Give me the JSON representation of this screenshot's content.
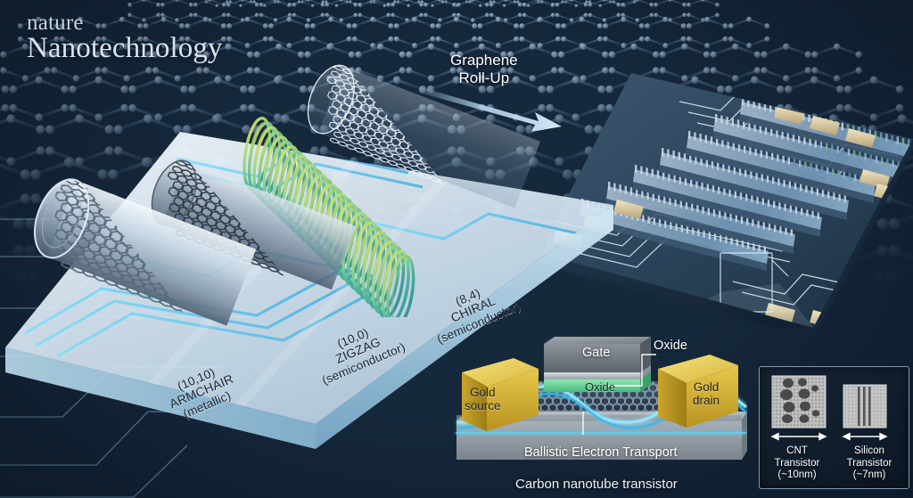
{
  "masthead": {
    "journal": "nature",
    "title": "Nanotechnology"
  },
  "annotations": {
    "roll_up_line1": "Graphene",
    "roll_up_line2": "Roll-Up",
    "roll_up_arrow": "arrow-down-right-icon"
  },
  "nanotubes": [
    {
      "id": "armchair",
      "chirality": "(10,10)",
      "type": "ARMCHAIR",
      "property": "(metallic)",
      "color": "#b9c6d2"
    },
    {
      "id": "zigzag",
      "chirality": "(10,0)",
      "type": "ZIGZAG",
      "property": "(semiconductor)",
      "color": "#8b97a3"
    },
    {
      "id": "chiral",
      "chirality": "(8,4)",
      "type": "CHIRAL",
      "property": "(semiconductor)",
      "color": "#7fc99a"
    },
    {
      "id": "graphene-sheet-tube",
      "chirality": "",
      "type": "",
      "property": "",
      "color": "#dfe9f2"
    }
  ],
  "transistor": {
    "caption": "Carbon nanotube transistor",
    "gate_label": "Gate",
    "oxide_inner_label": "Oxide",
    "oxide_callout_label": "Oxide",
    "source_line1": "Gold",
    "source_line2": "source",
    "drain_line1": "Gold",
    "drain_line2": "drain",
    "transport_label": "Ballistic Electron Transport",
    "colors": {
      "gold_top": "#e9cc53",
      "gold_face": "#c6a02a",
      "gate_top": "#8d949c",
      "gate_face": "#6d747c",
      "oxide": "#6fd99a",
      "substrate": "#9aa3ab",
      "electron_glow": "#38c6f4"
    }
  },
  "inset": {
    "items": [
      {
        "name_line1": "CNT",
        "name_line2": "Transistor",
        "size": "(~10nm)",
        "scale_arrow": "double-arrow-icon"
      },
      {
        "name_line1": "Silicon",
        "name_line2": "Transistor",
        "size": "(~7nm)",
        "scale_arrow": "double-arrow-icon"
      }
    ]
  },
  "chip": {
    "description": "carbon-nanotube-processor-array"
  },
  "palette": {
    "background_dark": "#16283c",
    "background_deep": "#0d1a28",
    "platform": "#cfe4f2",
    "trace_glow": "#5fd0ff",
    "accent_cyan": "#38c6f4",
    "gold": "#e9cc53"
  }
}
